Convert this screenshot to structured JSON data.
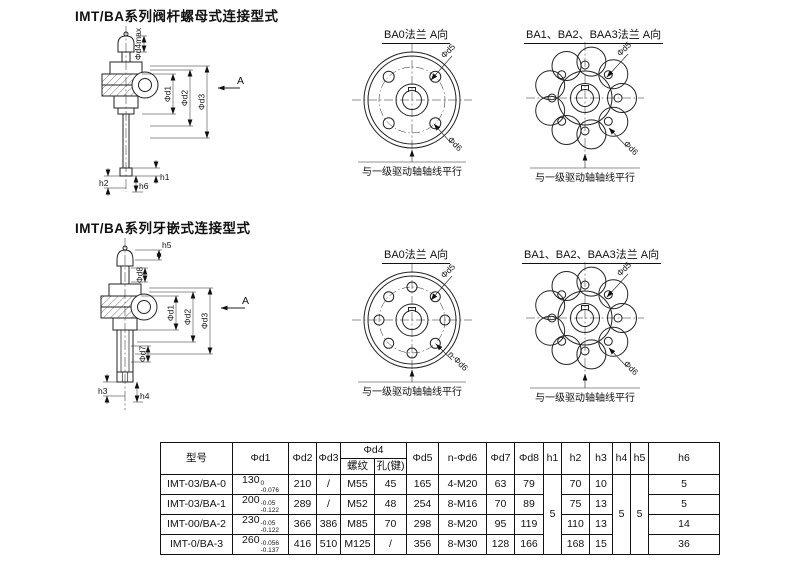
{
  "doc": {
    "section1": {
      "title": "IMT/BA系列阀杆螺母式连接型式",
      "view": {
        "d4max": "Φd4max",
        "d1": "Φd1",
        "d2": "Φd2",
        "d3": "Φd3",
        "a": "A",
        "h1": "h1",
        "h2": "h2",
        "h6": "h6"
      },
      "ba0": {
        "title": "BA0法兰 A向",
        "d5": "Φd5",
        "d6": "Φd6",
        "note": "与一级驱动轴轴线平行"
      },
      "ba123": {
        "title": "BA1、BA2、BAA3法兰 A向",
        "d5": "Φd5",
        "d6": "Φd6",
        "note": "与一级驱动轴轴线平行"
      }
    },
    "section2": {
      "title": "IMT/BA系列牙嵌式连接型式",
      "view": {
        "h5": "h5",
        "d8": "Φd8",
        "d1": "Φd1",
        "d2": "Φd2",
        "d3": "Φd3",
        "a": "A",
        "d7": "Φd7",
        "h3": "h3",
        "h4": "h4"
      },
      "ba0": {
        "title": "BA0法兰 A向",
        "d5": "Φd5",
        "d6": "n-Φd6",
        "note": "与一级驱动轴轴线平行"
      },
      "ba123": {
        "title": "BA1、BA2、BAA3法兰 A向",
        "d5": "Φd5",
        "d6": "Φd6",
        "note": "与一级驱动轴轴线平行"
      }
    }
  },
  "table": {
    "headers": {
      "model": "型号",
      "d1": "Φd1",
      "d2": "Φd2",
      "d3": "Φd3",
      "d4": "Φd4",
      "thread": "螺纹",
      "hole": "孔(键)",
      "d5": "Φd5",
      "nd6": "n-Φd6",
      "d7": "Φd7",
      "d8": "Φd8",
      "h1": "h1",
      "h2": "h2",
      "h3": "h3",
      "h4": "h4",
      "h5": "h5",
      "h6": "h6"
    },
    "merged": {
      "h1": "5",
      "h4": "5",
      "h5": "5"
    },
    "rows": [
      {
        "model": "IMT-03/BA-0",
        "d1": "130",
        "d1sup": "0",
        "d1sub": "-0.076",
        "d2": "210",
        "d3": "/",
        "thread": "M55",
        "hole": "45",
        "d5": "165",
        "nd6": "4-M20",
        "d7": "63",
        "d8": "79",
        "h2": "70",
        "h3": "10",
        "h6": "5"
      },
      {
        "model": "IMT-03/BA-1",
        "d1": "200",
        "d1sup": "-0.05",
        "d1sub": "-0.122",
        "d2": "289",
        "d3": "/",
        "thread": "M52",
        "hole": "48",
        "d5": "254",
        "nd6": "8-M16",
        "d7": "70",
        "d8": "89",
        "h2": "75",
        "h3": "13",
        "h6": "5"
      },
      {
        "model": "IMT-00/BA-2",
        "d1": "230",
        "d1sup": "-0.05",
        "d1sub": "-0.122",
        "d2": "366",
        "d3": "386",
        "thread": "M85",
        "hole": "70",
        "d5": "298",
        "nd6": "8-M20",
        "d7": "95",
        "d8": "119",
        "h2": "110",
        "h3": "13",
        "h6": "14"
      },
      {
        "model": "IMT-0/BA-3",
        "d1": "260",
        "d1sup": "-0.056",
        "d1sub": "-0.137",
        "d2": "416",
        "d3": "510",
        "thread": "M125",
        "hole": "/",
        "d5": "356",
        "nd6": "8-M30",
        "d7": "128",
        "d8": "166",
        "h2": "168",
        "h3": "15",
        "h6": "36"
      }
    ]
  }
}
